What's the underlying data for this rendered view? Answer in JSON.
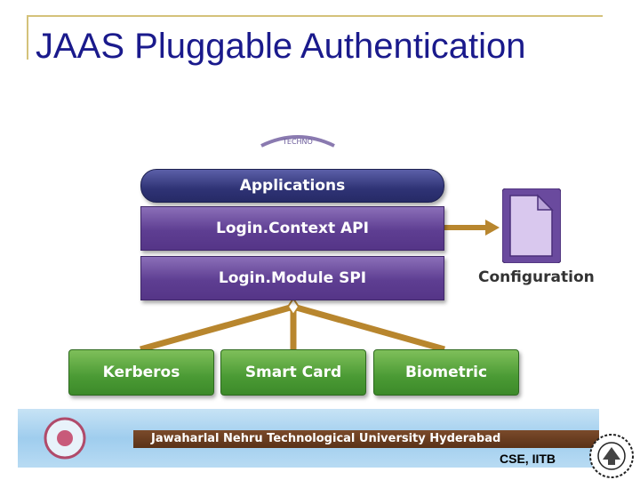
{
  "slide": {
    "title": "JAAS Pluggable Authentication"
  },
  "diagram": {
    "layers": [
      {
        "label": "Applications"
      },
      {
        "label": "Login.Context API"
      },
      {
        "label": "Login.Module SPI"
      }
    ],
    "modules": [
      {
        "label": "Kerberos"
      },
      {
        "label": "Smart Card"
      },
      {
        "label": "Biometric"
      }
    ],
    "configuration": {
      "label": "Configuration",
      "icon": "document-icon"
    },
    "seal_text": "TECHNO",
    "colors": {
      "applications": "#2f3375",
      "layer": "#5e3e92",
      "module": "#4a9a34",
      "connector": "#b8862e",
      "title": "#1a1a8c"
    }
  },
  "footer": {
    "banner_text": "Jawaharlal Nehru Technological University Hyderabad",
    "credit": "CSE, IITB"
  }
}
